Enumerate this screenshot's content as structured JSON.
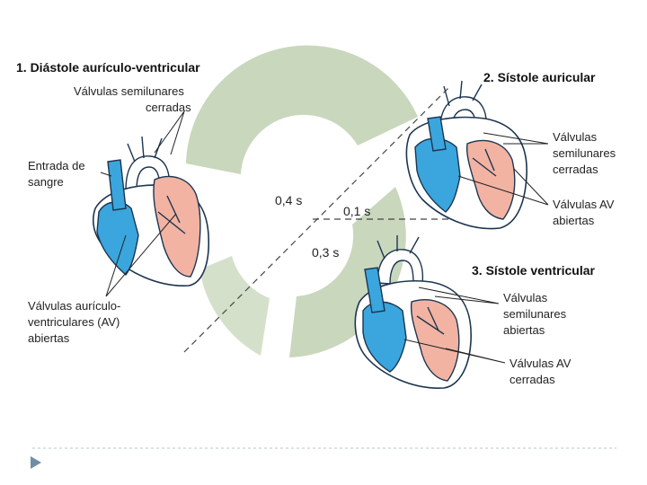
{
  "colors": {
    "cycle_ring": "#c9d7bd",
    "deoxygenated_blood": "#3aa6dd",
    "oxygenated_blood": "#f2b3a3",
    "slide_rule": "#b8c4cc",
    "bullet": "#6f8fa6"
  },
  "stages": {
    "diastole": {
      "title": "1. Diástole aurículo-ventricular"
    },
    "atrial_systole": {
      "title": "2. Sístole auricular"
    },
    "ventricular_systole": {
      "title": "3. Sístole ventricular"
    }
  },
  "times": {
    "t1": "0,4 s",
    "t2": "0,1 s",
    "t3": "0,3 s"
  },
  "labels": {
    "d_semilunar_1": "Válvulas semilunares",
    "d_semilunar_2": "cerradas",
    "d_inflow_1": "Entrada de",
    "d_inflow_2": "sangre",
    "d_av_1": "Válvulas aurículo-",
    "d_av_2": "ventriculares (AV)",
    "d_av_3": "abiertas",
    "a_semilunar_1": "Válvulas",
    "a_semilunar_2": "semilunares",
    "a_semilunar_3": "cerradas",
    "a_av_1": "Válvulas AV",
    "a_av_2": "abiertas",
    "v_semilunar_1": "Válvulas",
    "v_semilunar_2": "semilunares",
    "v_semilunar_3": "abiertas",
    "v_av_1": "Válvulas AV",
    "v_av_2": "cerradas"
  },
  "icons": {
    "bullet": "triangle-bullet-icon"
  }
}
